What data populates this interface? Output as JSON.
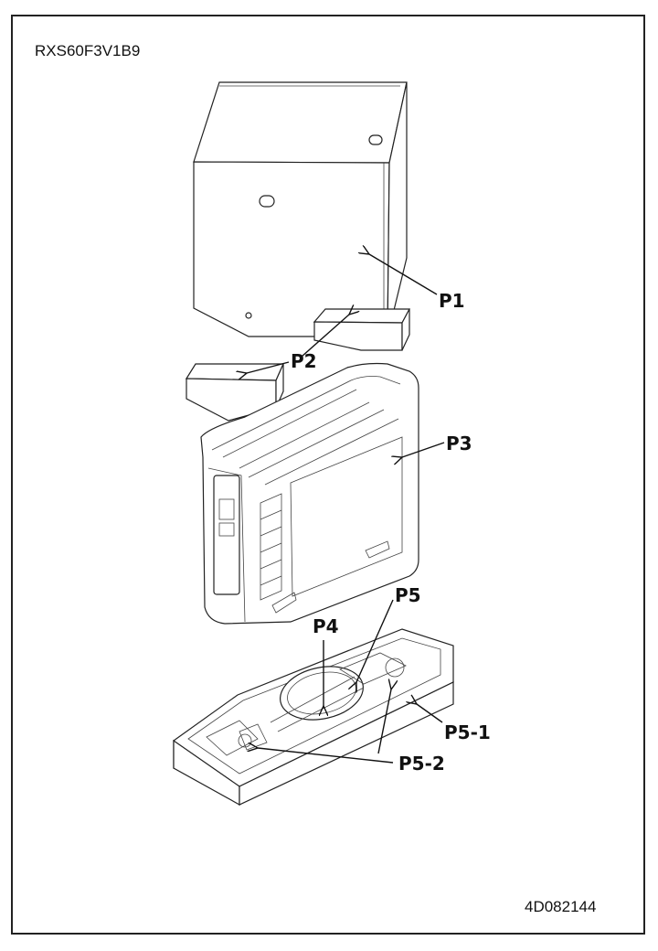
{
  "model_code": "RXS60F3V1B9",
  "document_number": "4D082144",
  "part_labels": {
    "p1": "P1",
    "p2": "P2",
    "p3": "P3",
    "p4": "P4",
    "p5": "P5",
    "p5_1": "P5-1",
    "p5_2": "P5-2"
  }
}
